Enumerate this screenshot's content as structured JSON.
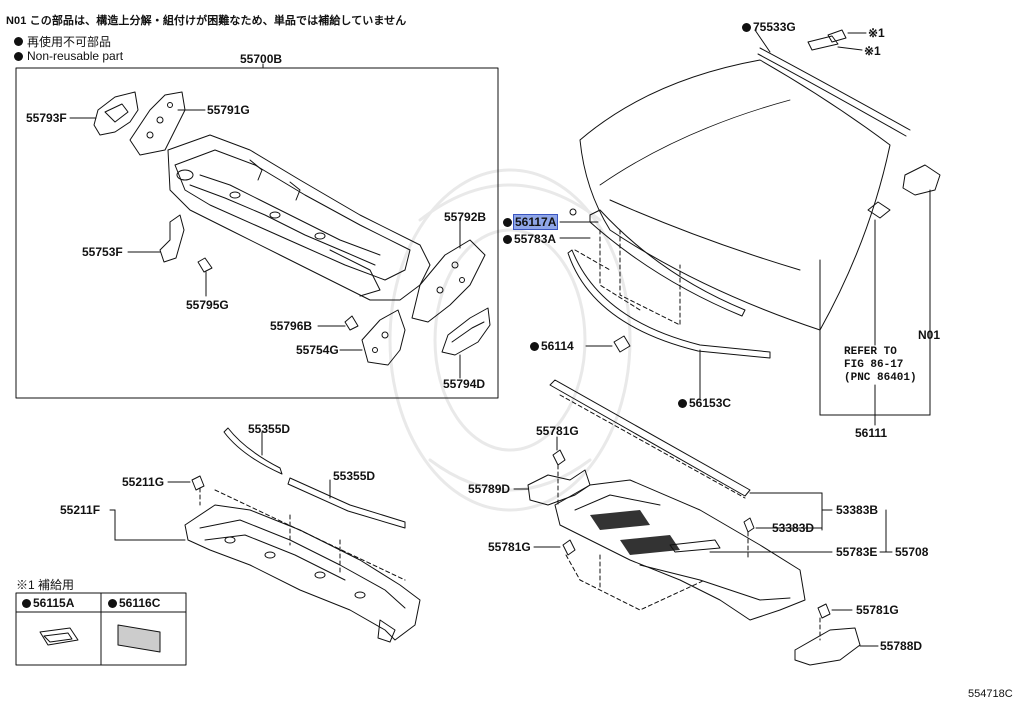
{
  "header": {
    "note": "N01 この部品は、構造上分解・組付けが困難なため、単品では補給していません",
    "legend_jp": "再使用不可部品",
    "legend_en": "Non-reusable part"
  },
  "labels": {
    "p55700B": "55700B",
    "p55793F": "55793F",
    "p55791G": "55791G",
    "p55753F": "55753F",
    "p55795G": "55795G",
    "p55792B": "55792B",
    "p55796B": "55796B",
    "p55754G": "55754G",
    "p55794D": "55794D",
    "p75533G": "75533G",
    "p56117A": "56117A",
    "p55783A": "55783A",
    "p56114": "56114",
    "p56153C": "56153C",
    "p56111": "56111",
    "pN01": "N01",
    "mark1a": "※1",
    "mark1b": "※1",
    "p55355D_a": "55355D",
    "p55355D_b": "55355D",
    "p55211G": "55211G",
    "p55211F": "55211F",
    "p55781G_a": "55781G",
    "p55789D": "55789D",
    "p55781G_b": "55781G",
    "p53383B": "53383B",
    "p53383D": "53383D",
    "p55783E": "55783E",
    "p55708": "55708",
    "p55781G_c": "55781G",
    "p55788D": "55788D"
  },
  "refer": "REFER TO\nFIG 86-17\n(PNC 86401)",
  "supply": {
    "title": "※1 補給用",
    "item1": "56115A",
    "item2": "56116C"
  },
  "diagram_id": "554718C"
}
